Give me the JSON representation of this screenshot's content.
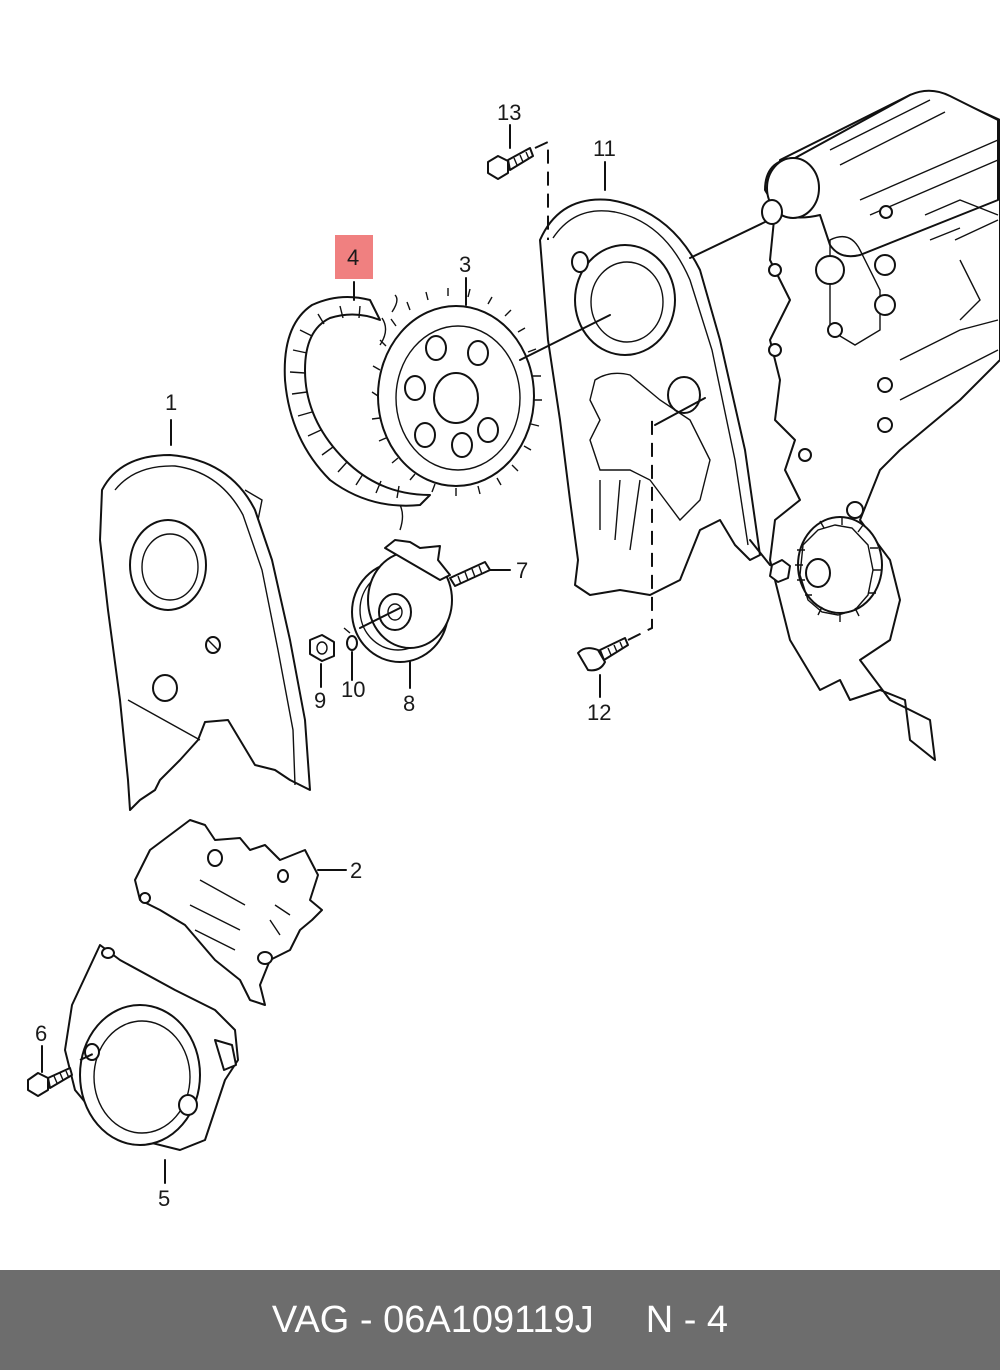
{
  "callouts": {
    "c1": "1",
    "c2": "2",
    "c3": "3",
    "c4": "4",
    "c5": "5",
    "c6": "6",
    "c7": "7",
    "c8": "8",
    "c9": "9",
    "c10": "10",
    "c11": "11",
    "c12": "12",
    "c13": "13"
  },
  "highlight_color": "#f08080",
  "footer": {
    "part_number": "VAG - 06A109119J",
    "position": "N - 4",
    "background": "#6d6d6d"
  }
}
